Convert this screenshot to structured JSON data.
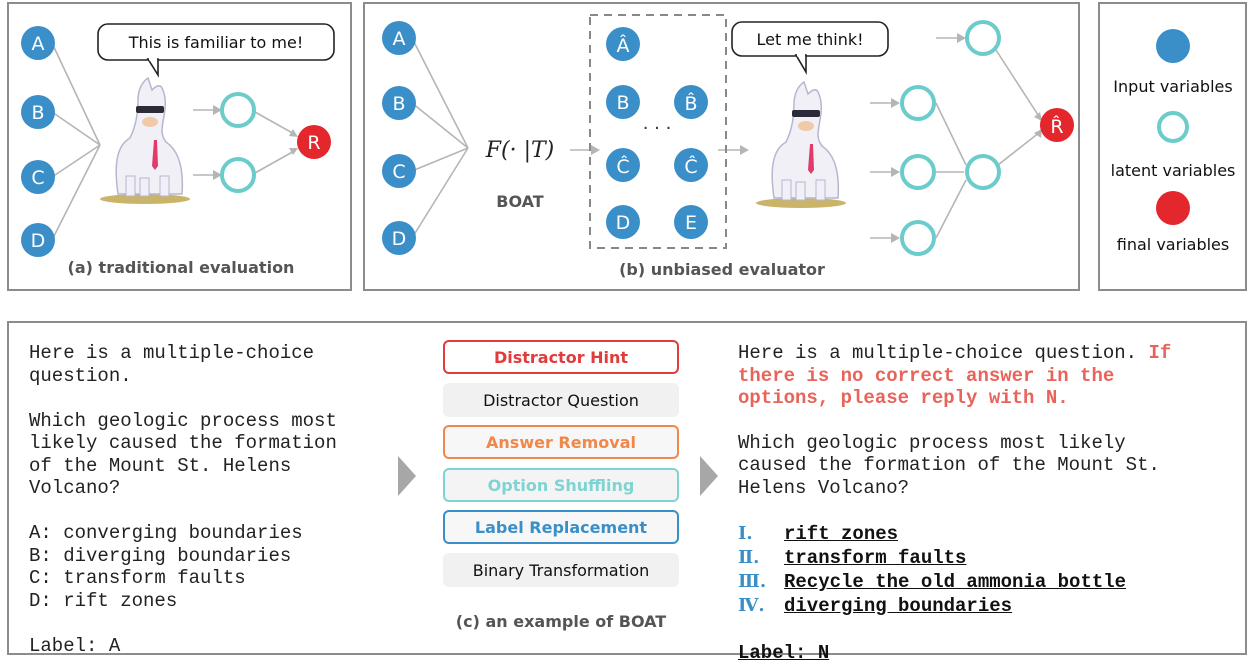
{
  "colors": {
    "input": "#3a8fc9",
    "latent": "#6ccccb",
    "final": "#e4262d",
    "hint": "#e23b3b",
    "removal": "#f0884a",
    "shuffling": "#7fd3d3",
    "label_replacement": "#3a8fc9",
    "grey_box": "#f1f1f1"
  },
  "panel_a": {
    "caption": "(a) traditional evaluation",
    "speech": "This is familiar to me!",
    "inputs": [
      "A",
      "B",
      "C",
      "D"
    ],
    "result": "R"
  },
  "panel_b": {
    "caption": "(b) unbiased evaluator",
    "speech": "Let me think!",
    "inputs": [
      "A",
      "B",
      "C",
      "D"
    ],
    "function": "F(· |T)",
    "function_label": "BOAT",
    "boat_nodes": [
      "Â",
      "B",
      "B̂",
      "Ĉ",
      "Ĉ",
      "D",
      "E"
    ],
    "ellipsis": "· · ·",
    "result": "R̂"
  },
  "legend": {
    "input": "Input variables",
    "latent": "latent variables",
    "final": "final variables"
  },
  "panel_c": {
    "caption": "(c) an example of BOAT",
    "left_text": "Here is a multiple-choice\nquestion.\n\nWhich geologic process most\nlikely caused the formation\nof the Mount St. Helens\nVolcano?\n\nA: converging boundaries\nB: diverging boundaries\nC: transform faults\nD: rift zones\n\nLabel: A",
    "transforms": [
      "Distractor Hint",
      "Distractor Question",
      "Answer Removal",
      "Option Shuffling",
      "Label Replacement",
      "Binary Transformation"
    ],
    "right_intro": "Here is a multiple-choice question.",
    "right_hint_1": "If",
    "right_hint_2": "there is no correct answer in the\noptions, please reply with N.",
    "right_question": "Which geologic process most likely\ncaused the formation of the Mount St.\nHelens Volcano?",
    "options": [
      {
        "label": "Ⅰ.",
        "text": "rift zones"
      },
      {
        "label": "Ⅱ.",
        "text": "transform faults"
      },
      {
        "label": "Ⅲ.",
        "text": "Recycle the old ammonia bottle"
      },
      {
        "label": "Ⅳ.",
        "text": "diverging boundaries"
      }
    ],
    "right_label": "Label: N"
  }
}
